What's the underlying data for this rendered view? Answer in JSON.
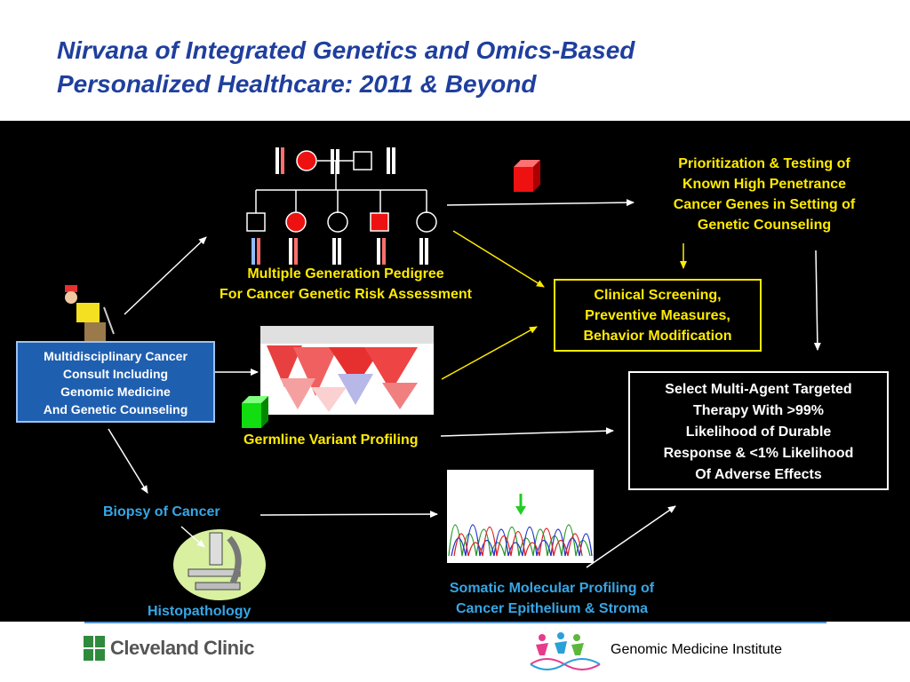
{
  "title": {
    "line1": "Nirvana of Integrated Genetics and Omics-Based",
    "line2": "Personalized Healthcare: 2011 & Beyond"
  },
  "consult_box": {
    "lines": [
      "Multidisciplinary Cancer",
      "Consult Including",
      "Genomic Medicine",
      "And Genetic Counseling"
    ]
  },
  "pedigree": {
    "lines": [
      "Multiple Generation Pedigree",
      "For Cancer Genetic Risk Assessment"
    ]
  },
  "prioritization": {
    "lines": [
      "Prioritization & Testing of",
      "Known High Penetrance",
      "Cancer Genes in Setting of",
      "Genetic Counseling"
    ]
  },
  "screening_box": {
    "lines": [
      "Clinical Screening,",
      "Preventive Measures,",
      "Behavior Modification"
    ]
  },
  "therapy_box": {
    "lines": [
      "Select Multi-Agent Targeted",
      "Therapy With >99%",
      "Likelihood of Durable",
      "Response & <1% Likelihood",
      "Of Adverse Effects"
    ]
  },
  "germline": {
    "label": "Germline Variant Profiling"
  },
  "biopsy": {
    "label": "Biopsy of Cancer"
  },
  "histopathology": {
    "label": "Histopathology"
  },
  "somatic": {
    "lines": [
      "Somatic Molecular Profiling of",
      "Cancer Epithelium & Stroma"
    ]
  },
  "footer": {
    "left_logo": "Cleveland Clinic",
    "right_logo": "Genomic Medicine Institute"
  },
  "colors": {
    "title": "#1f3f9e",
    "label_yellow": "#ffeb00",
    "label_blue": "#36a6e6",
    "consult_box_bg": "#1f5fb0",
    "logo_green": "#2f8a3e"
  }
}
